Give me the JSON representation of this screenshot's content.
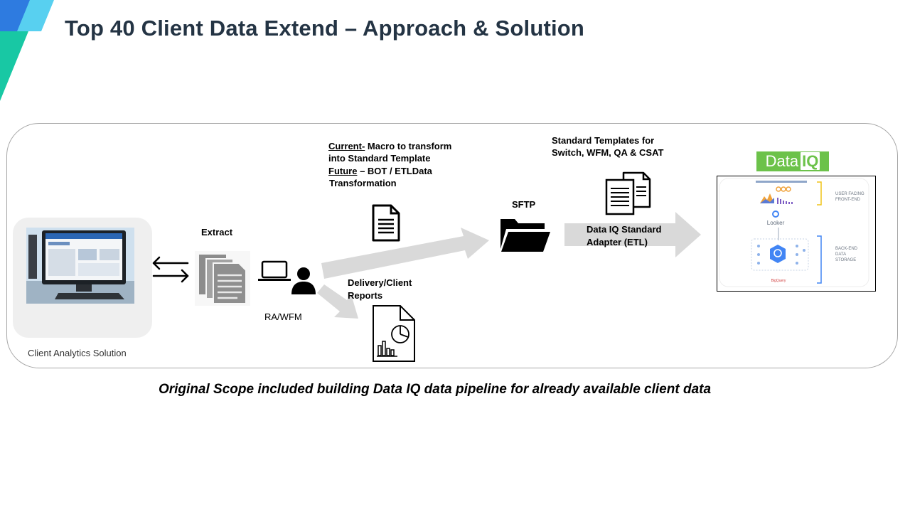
{
  "slide": {
    "title": "Top 40 Client Data Extend – Approach & Solution",
    "footer": "Original Scope included building Data IQ data pipeline for already available client data"
  },
  "diagram": {
    "client_label": "Client Analytics Solution",
    "extract_label": "Extract",
    "ra_wfm_label": "RA/WFM",
    "current_label": "Current-",
    "current_text": " Macro to transform",
    "current_text2": "into Standard Template",
    "future_label": "Future",
    "future_text": " – BOT / ETLData",
    "future_text2": "Transformation",
    "delivery_line1": "Delivery/Client",
    "delivery_line2": "Reports",
    "sftp_label": "SFTP",
    "templates_line1": "Standard Templates for",
    "templates_line2": "Switch, WFM, QA & CSAT",
    "adapter_line1": "Data IQ Standard",
    "adapter_line2": "Adapter (ETL)",
    "dataiq_badge_word": "Data",
    "dataiq_badge_iq": "IQ",
    "dataiq_user_facing": "USER FACING",
    "dataiq_front_end": "FRONT-END",
    "dataiq_back_end": "BACK-END",
    "dataiq_data": "DATA",
    "dataiq_storage": "STORAGE",
    "dataiq_looker": "Looker",
    "dataiq_bigquery": "BigQuery"
  },
  "icons": [
    "computer-monitor-image",
    "bidirectional-arrows-icon",
    "stacked-documents-icon",
    "laptop-icon",
    "person-icon",
    "document-icon",
    "report-chart-icon",
    "open-folder-icon",
    "double-document-icon"
  ],
  "colors": {
    "title": "#243444",
    "accent_blue": "#1f6fd8",
    "accent_teal": "#18c8a4",
    "arrow_grey": "#d9d9d9",
    "dataiq_green": "#6cc24a"
  }
}
